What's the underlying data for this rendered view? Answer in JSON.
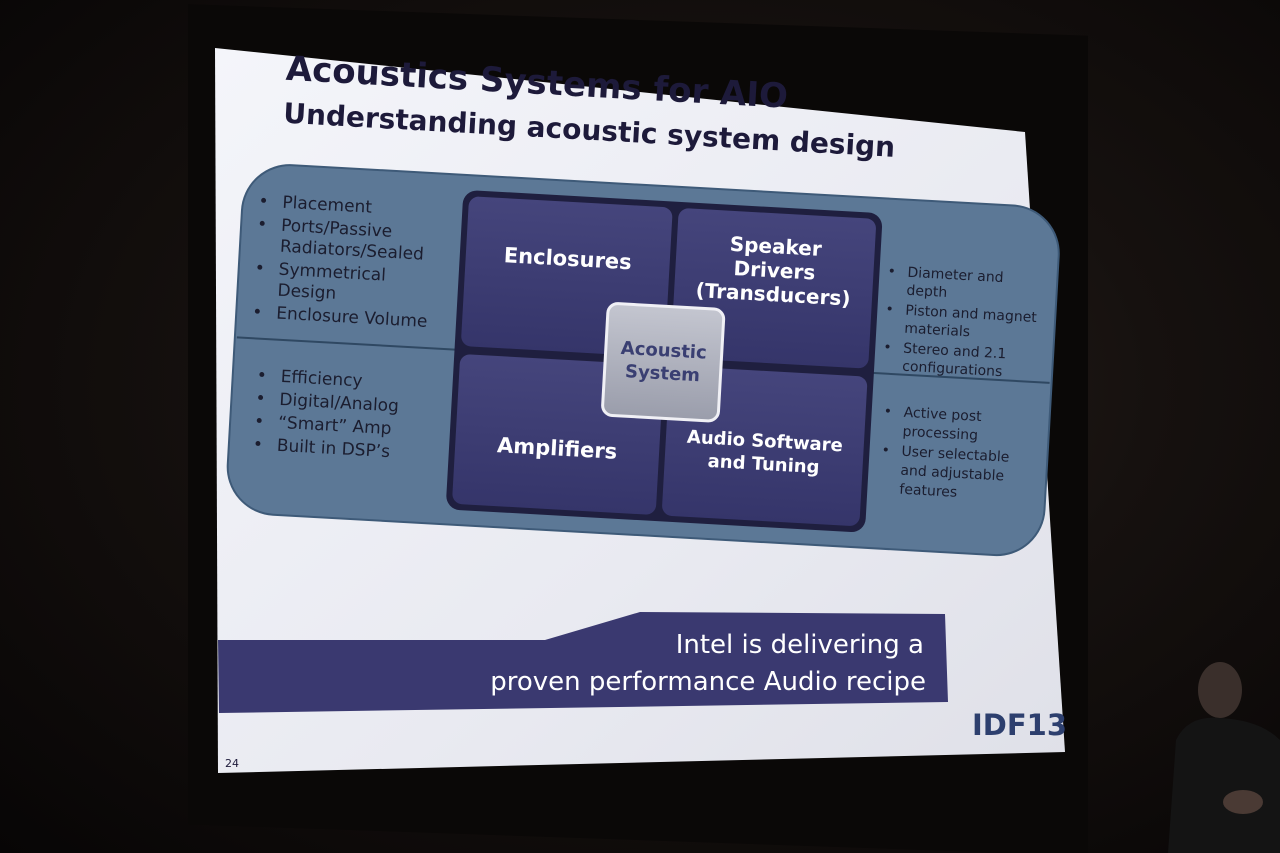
{
  "slide": {
    "title_line1": "Acoustics Systems for AIO",
    "title_line2": "Understanding acoustic system design",
    "slide_number": "24",
    "logo": "IDF13",
    "left_top_bullets": [
      "Placement",
      "Ports/Passive",
      "Radiators/Sealed",
      "Symmetrical",
      "Design",
      "Enclosure Volume"
    ],
    "left_bottom_bullets": [
      "Efficiency",
      "Digital/Analog",
      "“Smart” Amp",
      "Built in DSP’s"
    ],
    "right_top_bullets": [
      "Diameter and",
      "depth",
      "Piston and magnet",
      "materials",
      "Stereo and 2.1",
      "configurations"
    ],
    "right_bottom_bullets": [
      "Active post",
      "processing",
      "User selectable",
      "and adjustable",
      "features"
    ],
    "quadrants": {
      "top_left": [
        "Enclosures"
      ],
      "top_right": [
        "Speaker",
        "Drivers",
        "(Transducers)"
      ],
      "bottom_left": [
        "Amplifiers"
      ],
      "bottom_right": [
        "Audio Software",
        "and Tuning"
      ]
    },
    "center": [
      "Acoustic",
      "System"
    ],
    "banner": [
      "Intel is delivering a",
      "proven performance Audio recipe"
    ]
  },
  "colors": {
    "slide_bg": "#ecedf3",
    "title": "#1d1a3a",
    "band": "#5c7896",
    "quadrant": "#3d3d72",
    "center_box": "#a9acb8",
    "banner": "#3a3970",
    "logo": "#2d3f6e"
  }
}
